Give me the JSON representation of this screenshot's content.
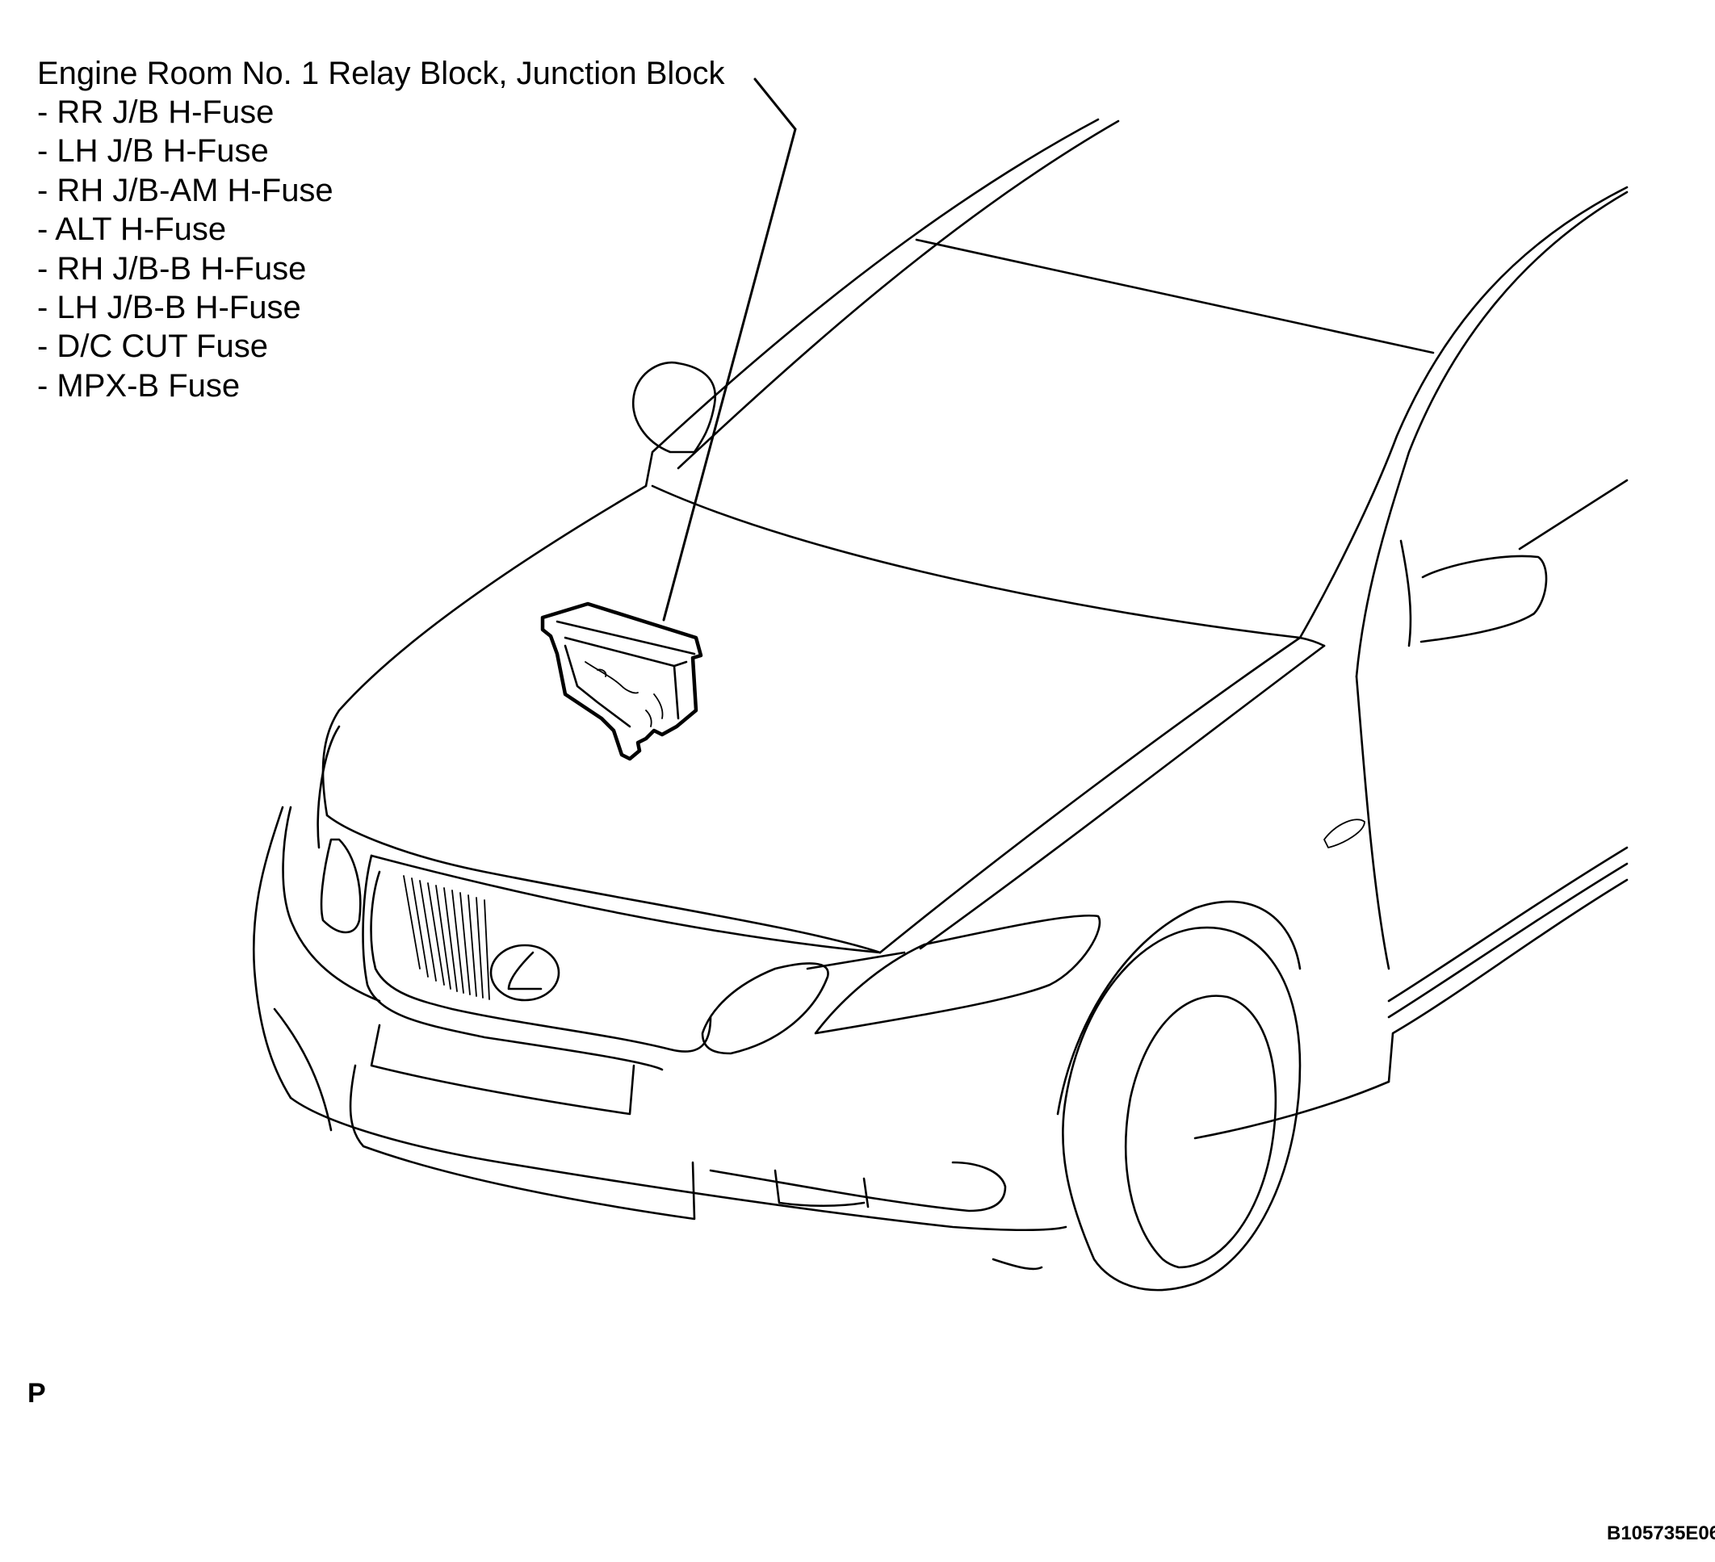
{
  "callout": {
    "title": "Engine Room No. 1 Relay Block, Junction Block",
    "items": [
      "- RR J/B H-Fuse",
      "- LH J/B H-Fuse",
      "- RH J/B-AM H-Fuse",
      "- ALT H-Fuse",
      "- RH J/B-B H-Fuse",
      "- LH J/B-B H-Fuse",
      "- D/C CUT Fuse",
      "- MPX-B Fuse"
    ]
  },
  "view_letter": "P",
  "figure_code": "B105735E06",
  "icons": {
    "vehicle": "car-front-outline-icon",
    "component": "relay-block-icon",
    "emblem": "lexus-emblem-icon"
  }
}
